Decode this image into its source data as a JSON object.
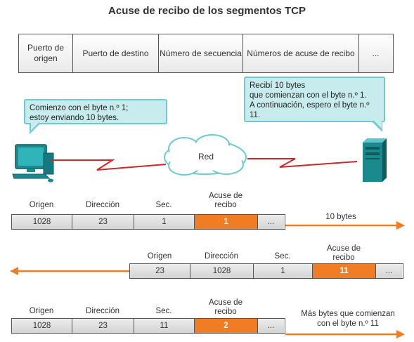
{
  "title": "Acuse de recibo de los segmentos TCP",
  "header_fields": [
    "Puerto de origen",
    "Puerto de destino",
    "Número de secuencia",
    "Números de acuse de recibo",
    "..."
  ],
  "left_bubble": {
    "line1": "Comienzo con el byte n.º  1;",
    "line2": "estoy enviando 10 bytes."
  },
  "right_bubble": {
    "line1": "Recibí 10 bytes",
    "line2": "que comienzan con el byte n.º  1.",
    "line3": "A continuación, espero el byte n.º",
    "line4": "11."
  },
  "network_label": "Red",
  "column_labels": {
    "origin": "Origen",
    "direction": "Dirección",
    "seq": "Sec.",
    "ack_line1": "Acuse de",
    "ack_line2": "recibo"
  },
  "segments": [
    {
      "origin": "1028",
      "direction": "23",
      "seq": "1",
      "ack": "1",
      "more": "...",
      "note_line1": "10 bytes",
      "note_line2": "",
      "arrow": "right"
    },
    {
      "origin": "23",
      "direction": "1028",
      "seq": "1",
      "ack": "11",
      "more": "...",
      "note_line1": "",
      "note_line2": "",
      "arrow": "left"
    },
    {
      "origin": "1028",
      "direction": "23",
      "seq": "11",
      "ack": "2",
      "more": "...",
      "note_line1": "Más bytes que comienzan",
      "note_line2": "con el byte n.º  11",
      "arrow": "right"
    }
  ],
  "colors": {
    "ack": "#f07d23",
    "arrow": "#f07d23",
    "bubble": "#c8ecee",
    "bubble_border": "#6ccbd0",
    "link": "#cc2a2a"
  }
}
